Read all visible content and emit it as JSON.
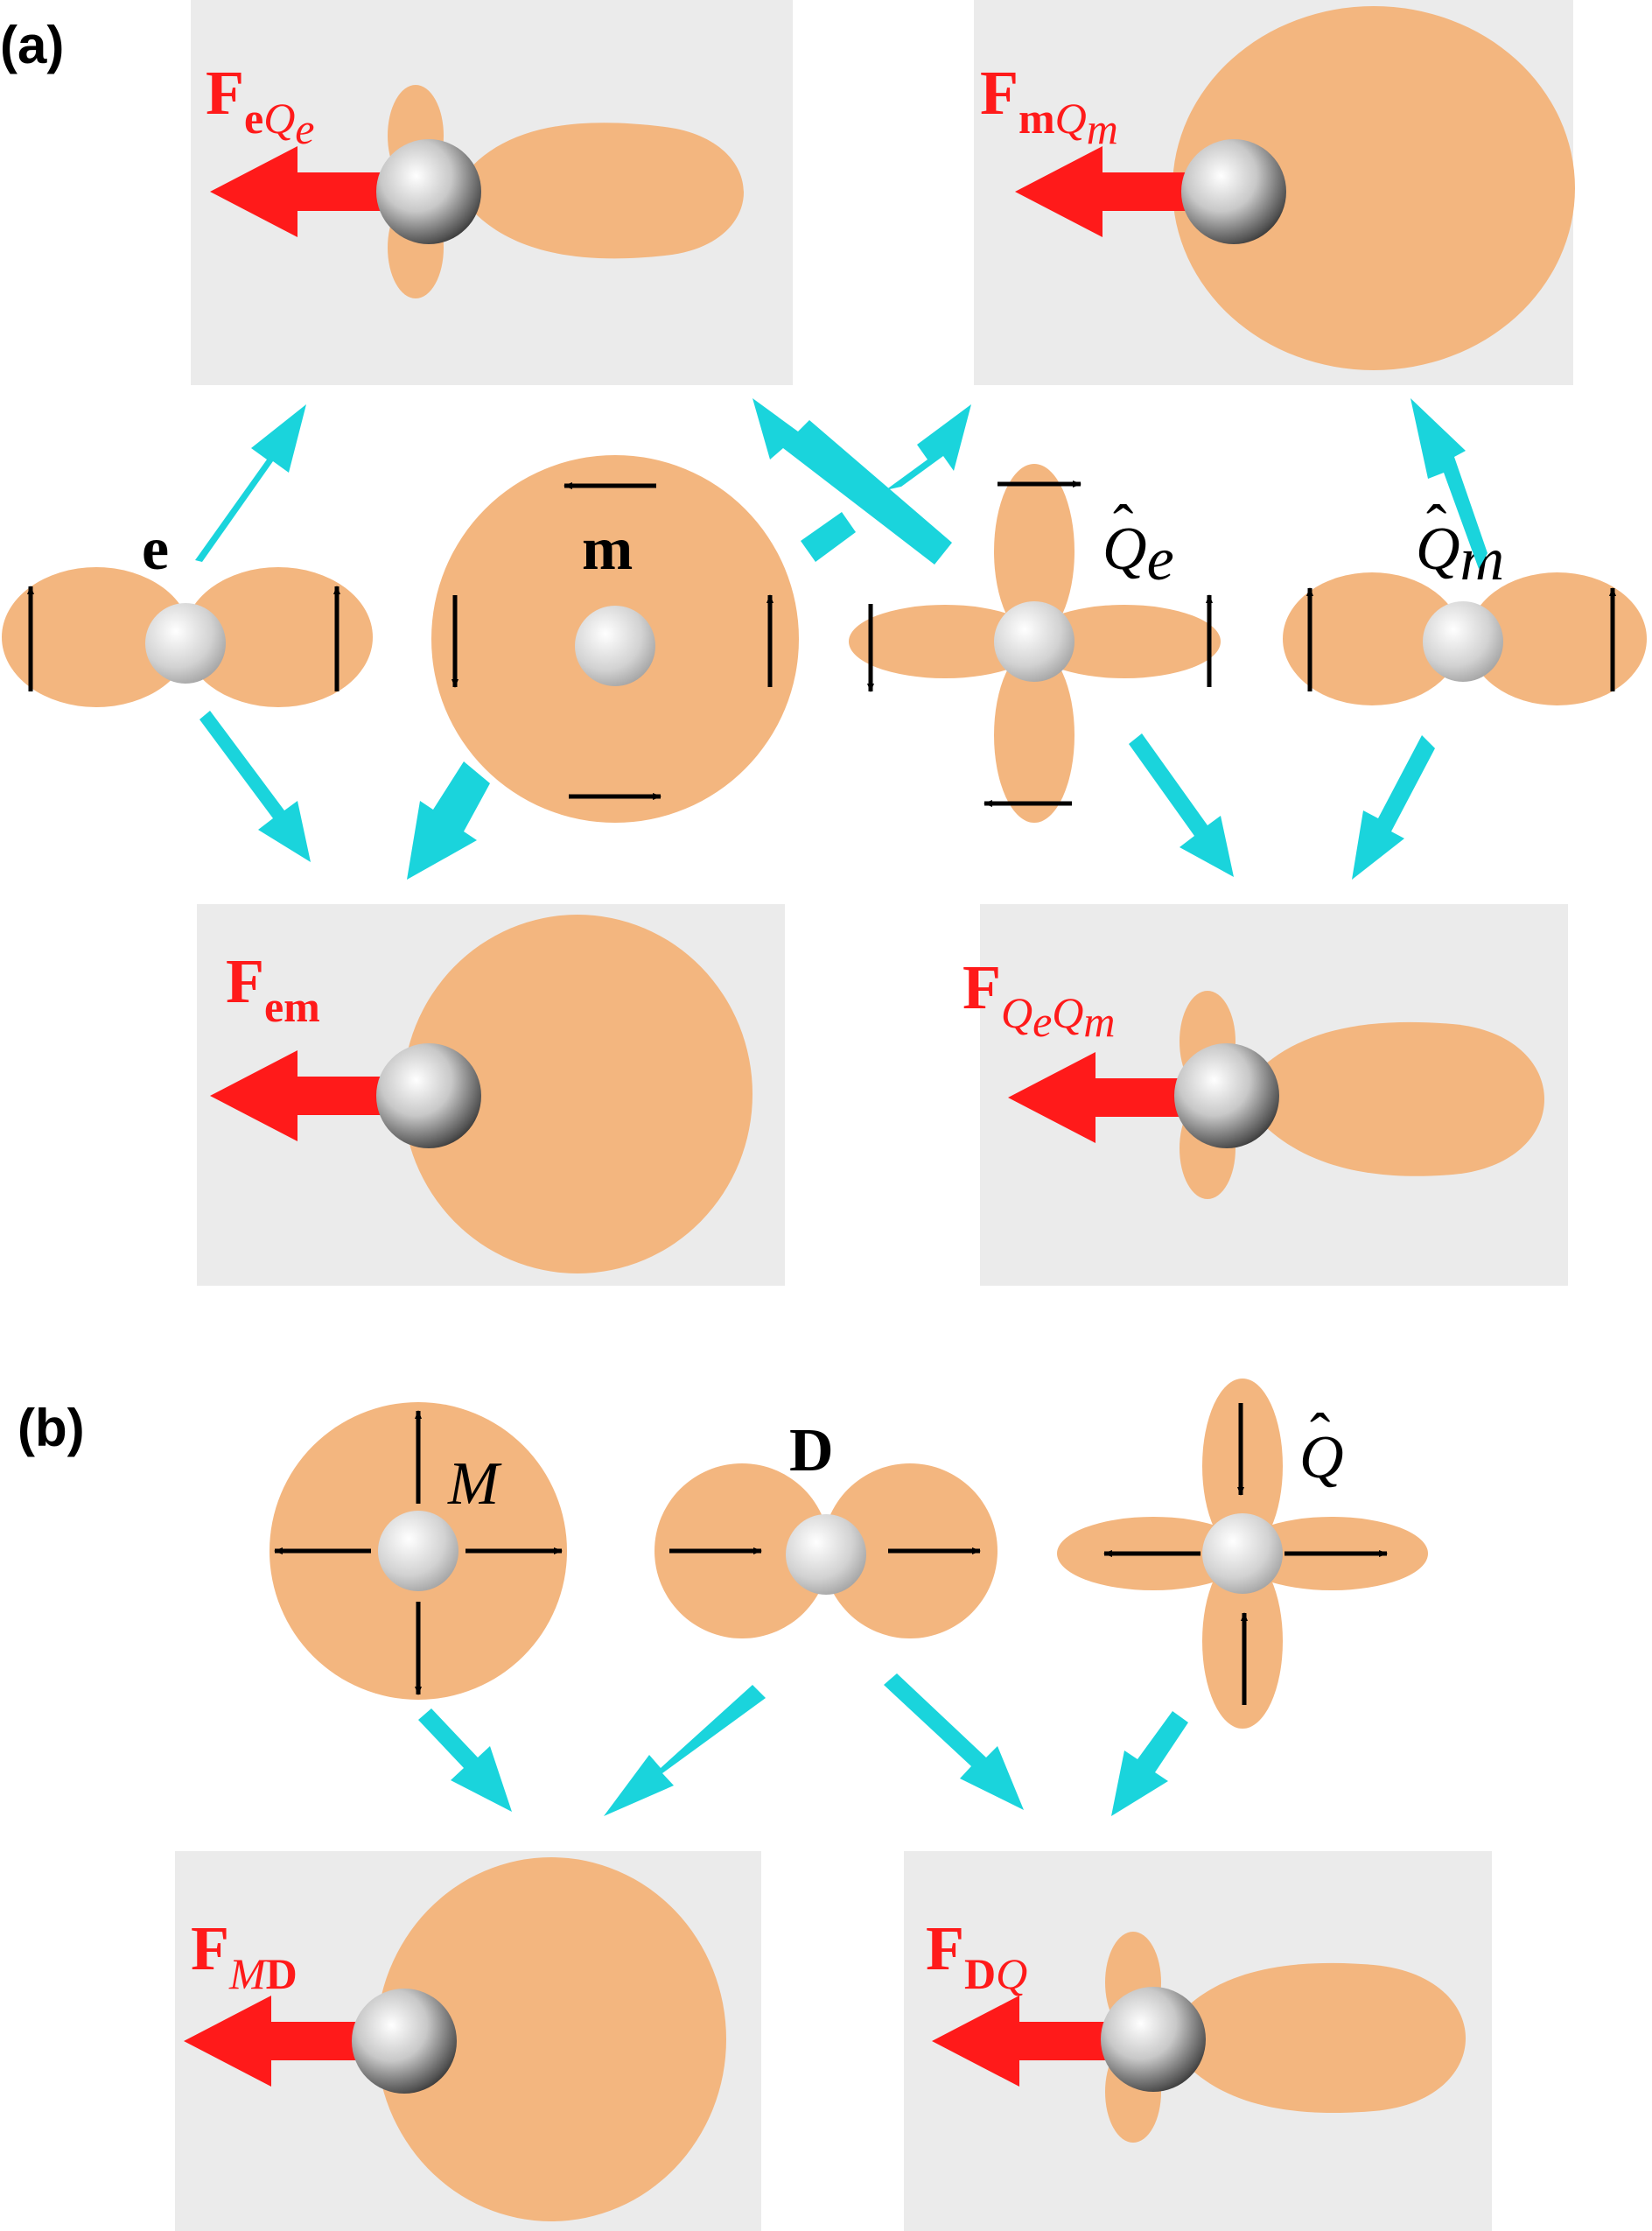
{
  "panels": {
    "a": {
      "label": "(a)",
      "sources": {
        "e": "e",
        "m": "m",
        "qe": {
          "base": "Q",
          "hat": "ˆ",
          "sub": "e"
        },
        "qm": {
          "base": "Q",
          "hat": "ˆ",
          "sub": "m"
        }
      },
      "forces": {
        "eqe": {
          "F": "F",
          "sub1": "e",
          "sub2": "Q",
          "sub3": "e"
        },
        "mqm": {
          "F": "F",
          "sub1": "m",
          "sub2": "Q",
          "sub3": "m"
        },
        "em": {
          "F": "F",
          "sub": "em"
        },
        "qeqm": {
          "F": "F",
          "sub1": "Q",
          "sub2": "e",
          "sub3": "Q",
          "sub4": "m"
        }
      }
    },
    "b": {
      "label": "(b)",
      "sources": {
        "M": "M",
        "D": "D",
        "Q": {
          "base": "Q",
          "hat": "ˆ"
        }
      },
      "forces": {
        "md": {
          "F": "F",
          "sub1": "M",
          "sub2": "D"
        },
        "dq": {
          "F": "F",
          "sub1": "D",
          "sub2": "Q"
        }
      }
    }
  },
  "colors": {
    "lobe": "#f3b67f",
    "box": "#ebebeb",
    "force_arrow": "#ff1a1a",
    "flow_arrow": "#1ad4dc",
    "field_arrow": "#000000",
    "label_text": "#ff1a1a"
  }
}
